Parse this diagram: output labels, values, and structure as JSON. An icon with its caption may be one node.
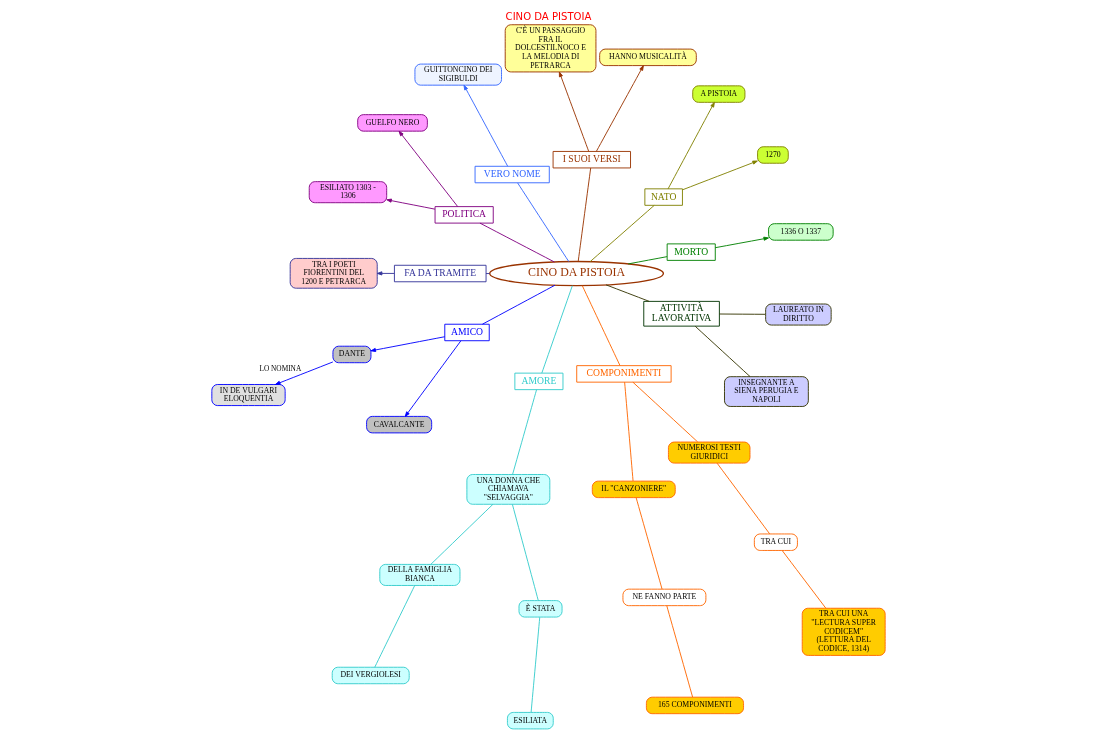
{
  "diagram": {
    "title": "CINO DA PISTOIA",
    "nodes": [
      {
        "text": [
          "CINO DA PISTOIA"
        ]
      },
      {
        "text": [
          "MORTO"
        ]
      },
      {
        "text": [
          "1336 O 1337"
        ]
      },
      {
        "text": [
          "NATO"
        ]
      },
      {
        "text": [
          "1270"
        ]
      },
      {
        "text": [
          "A PISTOIA"
        ]
      },
      {
        "text": [
          "I SUOI VERSI"
        ]
      },
      {
        "text": [
          "HANNO MUSICALITÀ"
        ]
      },
      {
        "text": [
          "C'È UN PASSAGGIO FRA IL DOLCESTILNOCO E LA MELODIA DI PETRARCA"
        ]
      },
      {
        "text": [
          "VERO NOME"
        ]
      },
      {
        "text": [
          "GUITTONCINO DEI SIGIBULDI"
        ]
      },
      {
        "text": [
          "POLITICA"
        ]
      },
      {
        "text": [
          "GUELFO NERO"
        ]
      },
      {
        "text": [
          "ESILIATO 1303 - 1306"
        ]
      },
      {
        "text": [
          "FA DA TRAMITE"
        ]
      },
      {
        "text": [
          "TRA I POETI FIORENTINI DEL 1200 E PETRARCA"
        ]
      },
      {
        "text": [
          "AMICO"
        ]
      },
      {
        "text": [
          "DANTE"
        ]
      },
      {
        "text": [
          "IN DE VULGARI ELOQUENTIA"
        ]
      },
      {
        "text": [
          "CAVALCANTE"
        ]
      },
      {
        "text": [
          "AMORE"
        ]
      },
      {
        "text": [
          "UNA DONNA CHE CHIAMAVA \"SELVAGGIA\""
        ]
      },
      {
        "text": [
          "DELLA FAMIGLIA BIANCA"
        ]
      },
      {
        "text": [
          "DEI VERGIOLESI"
        ]
      },
      {
        "text": [
          "È STATA"
        ]
      },
      {
        "text": [
          "ESILIATA"
        ]
      },
      {
        "text": [
          "COMPONIMENTI"
        ]
      },
      {
        "text": [
          "IL \"CANZONIERE\""
        ]
      },
      {
        "text": [
          "NE FANNO PARTE"
        ]
      },
      {
        "text": [
          "165 COMPONIMENTI"
        ]
      },
      {
        "text": [
          "NUMEROSI TESTI GIURIDICI"
        ]
      },
      {
        "text": [
          "TRA CUI"
        ]
      },
      {
        "text": [
          "TRA CUI UNA \"LECTURA SUPER CODICEM\" (LETTURA DEL CODICE, 1314)"
        ]
      },
      {
        "text": [
          "ATTIVITÀ LAVORATIVA"
        ]
      },
      {
        "text": [
          "INSEGNANTE A SIENA PERUGIA E NAPOLI"
        ]
      },
      {
        "text": [
          "LAUREATO IN DIRITTO"
        ]
      }
    ],
    "edges": [
      {
        "from": 0,
        "to": 1,
        "arrow": "none",
        "color": "#008000"
      },
      {
        "from": 1,
        "to": 2,
        "arrow": "to",
        "color": "#008000"
      },
      {
        "from": 0,
        "to": 3,
        "arrow": "none",
        "color": "#808000"
      },
      {
        "from": 3,
        "to": 4,
        "arrow": "to",
        "color": "#808000"
      },
      {
        "from": 3,
        "to": 5,
        "arrow": "to",
        "color": "#808000"
      },
      {
        "from": 0,
        "to": 6,
        "arrow": "none",
        "color": "#993300"
      },
      {
        "from": 6,
        "to": 7,
        "arrow": "to",
        "color": "#993300"
      },
      {
        "from": 6,
        "to": 8,
        "arrow": "to",
        "color": "#993300"
      },
      {
        "from": 0,
        "to": 9,
        "arrow": "none",
        "color": "#3366ff"
      },
      {
        "from": 9,
        "to": 10,
        "arrow": "to",
        "color": "#3366ff"
      },
      {
        "from": 0,
        "to": 11,
        "arrow": "none",
        "color": "#800080"
      },
      {
        "from": 11,
        "to": 12,
        "arrow": "to",
        "color": "#800080"
      },
      {
        "from": 11,
        "to": 13,
        "arrow": "to",
        "color": "#800080"
      },
      {
        "from": 0,
        "to": 14,
        "arrow": "none",
        "color": "#333399"
      },
      {
        "from": 14,
        "to": 15,
        "arrow": "to",
        "color": "#333399"
      },
      {
        "from": 0,
        "to": 16,
        "arrow": "none",
        "color": "#0000ff"
      },
      {
        "from": 16,
        "to": 17,
        "arrow": "to",
        "color": "#0000ff"
      },
      {
        "from": 17,
        "to": 18,
        "arrow": "to",
        "label": "LO NOMINA",
        "color": "#0000ff"
      },
      {
        "from": 16,
        "to": 19,
        "arrow": "to",
        "color": "#0000ff"
      },
      {
        "from": 0,
        "to": 20,
        "arrow": "none",
        "color": "#33cccc"
      },
      {
        "from": 20,
        "to": 21,
        "arrow": "none",
        "color": "#33cccc"
      },
      {
        "from": 21,
        "to": 22,
        "arrow": "none",
        "color": "#33cccc"
      },
      {
        "from": 22,
        "to": 23,
        "arrow": "none",
        "color": "#33cccc"
      },
      {
        "from": 21,
        "to": 24,
        "arrow": "none",
        "color": "#33cccc"
      },
      {
        "from": 24,
        "to": 25,
        "arrow": "none",
        "color": "#33cccc"
      },
      {
        "from": 0,
        "to": 26,
        "arrow": "none",
        "color": "#ff6600"
      },
      {
        "from": 26,
        "to": 27,
        "arrow": "none",
        "color": "#ff6600"
      },
      {
        "from": 27,
        "to": 28,
        "arrow": "none",
        "color": "#ff6600"
      },
      {
        "from": 28,
        "to": 29,
        "arrow": "none",
        "color": "#ff6600"
      },
      {
        "from": 26,
        "to": 30,
        "arrow": "none",
        "color": "#ff6600"
      },
      {
        "from": 30,
        "to": 31,
        "arrow": "none",
        "color": "#ff6600"
      },
      {
        "from": 31,
        "to": 32,
        "arrow": "none",
        "color": "#ff6600"
      },
      {
        "from": 0,
        "to": 33,
        "arrow": "none",
        "color": "#333300"
      },
      {
        "from": 33,
        "to": 34,
        "arrow": "none",
        "color": "#333300"
      },
      {
        "from": 33,
        "to": 35,
        "arrow": "none",
        "color": "#333300"
      }
    ]
  }
}
